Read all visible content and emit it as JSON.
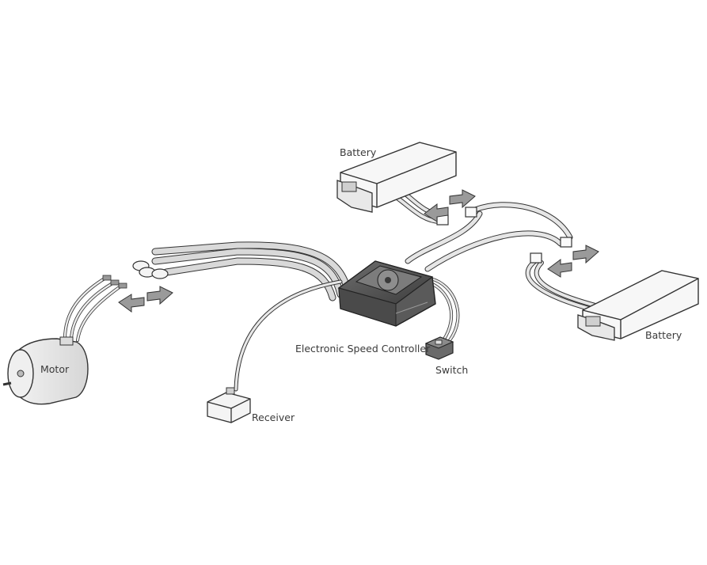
{
  "labels": {
    "battery_top": "Battery",
    "battery_right": "Battery",
    "esc": "Electronic Speed Controller",
    "switch": "Switch",
    "motor": "Motor",
    "receiver": "Receiver"
  },
  "icons": [
    "battery-icon",
    "esc-icon",
    "motor-icon",
    "receiver-icon",
    "switch-icon",
    "arrow-icon",
    "bullet-connector-icon"
  ],
  "colors": {
    "line": "#333333",
    "wire_fill": "#d9d9d9",
    "arrow_fill": "#9a9a9a",
    "body_dark": "#5a5a5a"
  }
}
